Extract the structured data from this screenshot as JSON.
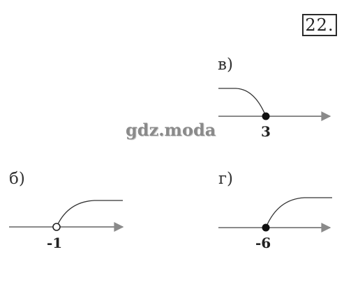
{
  "problem_number": "22.",
  "watermark": "gdz.moda",
  "panels": {
    "v": {
      "label": "в)",
      "point": "3",
      "point_style": "filled"
    },
    "b": {
      "label": "б)",
      "point": "-1",
      "point_style": "open"
    },
    "g": {
      "label": "г)",
      "point": "-6",
      "point_style": "filled"
    }
  },
  "colors": {
    "axis": "#8a8a8a",
    "curve": "#333333",
    "point": "#111111"
  }
}
